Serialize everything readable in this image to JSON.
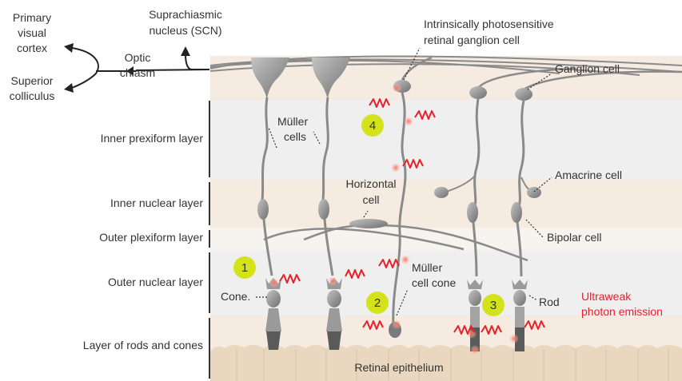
{
  "labels": {
    "primary_visual_cortex": [
      "Primary",
      "visual",
      "cortex"
    ],
    "superior_colliculus": [
      "Superior",
      "colliculus"
    ],
    "scn": [
      "Suprachiasmic",
      "nucleus (SCN)"
    ],
    "optic_chiasm": [
      "Optic",
      "chiasm"
    ],
    "iprgc": [
      "Intrinsically photosensitive",
      "retinal ganglion cell"
    ],
    "ganglion_cell": "Ganglion cell",
    "muller_cells": [
      "Müller",
      "cells"
    ],
    "amacrine_cell": "Amacrine cell",
    "horizontal_cell": [
      "Horizontal",
      "cell"
    ],
    "bipolar_cell": "Bipolar cell",
    "muller_cell_cone": [
      "Müller",
      "cell cone"
    ],
    "cone": "Cone.",
    "rod": "Rod",
    "ultraweak": [
      "Ultraweak",
      "photon emission"
    ],
    "retinal_epithelium": "Retinal epithelium"
  },
  "layers": [
    "Inner prexiform layer",
    "Inner nuclear layer",
    "Outer plexiform layer",
    "Outer nuclear layer",
    "Layer of rods and cones"
  ],
  "markers": [
    "1",
    "2",
    "3",
    "4"
  ],
  "colors": {
    "band_tan": "#f6ebe0",
    "band_grey": "#efefef",
    "cell_grey": "#8a8a8a",
    "marker": "#d4e21c",
    "photon": "#e8202a",
    "epithelium": "#ead7bf"
  }
}
